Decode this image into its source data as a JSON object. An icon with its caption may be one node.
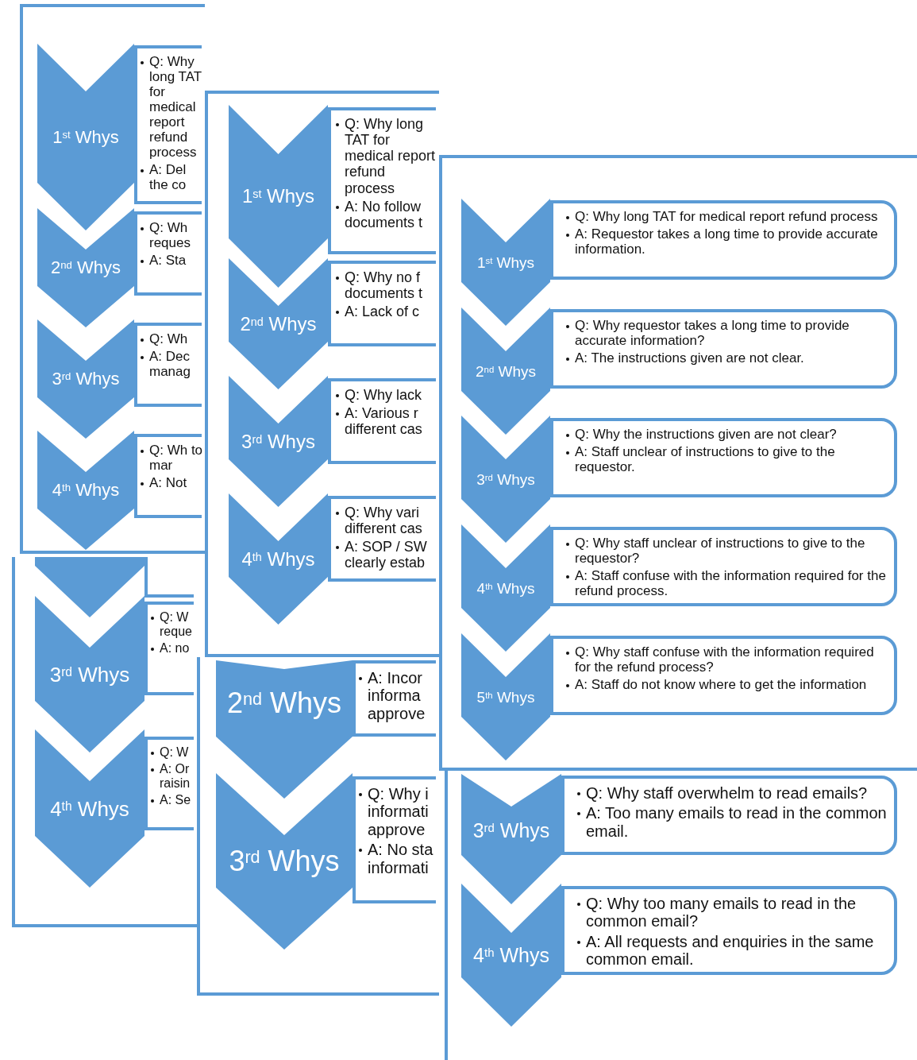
{
  "diagram": {
    "nodes": [
      {
        "text": [],
        "shape": "box"
      },
      {
        "text": [
          "1$^{st}$ Whys"
        ],
        "in": 0
      },
      {
        "text": [
          "Q: Why long TAT for medical report refund process",
          "A: Del the co"
        ],
        "in": 0
      },
      {
        "text": [
          "2$^{nd}$ Whys"
        ],
        "in": 0
      },
      {
        "text": [
          "Q: Wh reques",
          "A: Sta"
        ],
        "in": 0
      },
      {
        "text": [
          "3$^{rd}$ Whys"
        ],
        "in": 0
      },
      {
        "text": [
          "Q: Wh",
          "A: Dec manag"
        ],
        "in": 0
      },
      {
        "text": [
          "4$^{th}$ Whys"
        ],
        "in": 0
      },
      {
        "text": [
          "Q: Wh to mar",
          "A: Not"
        ],
        "in": 0
      },
      {
        "text": [],
        "shape": "box"
      },
      {
        "text": [
          "1$^{st}$ Whys"
        ],
        "in": 9
      },
      {
        "text": [
          "Q: Why long TAT for medical report refund process",
          "A: No follow documents t"
        ],
        "in": 9
      },
      {
        "text": [
          "2$^{nd}$ Whys"
        ],
        "in": 9
      },
      {
        "text": [
          "Q: Why no f documents t",
          "A: Lack of c"
        ],
        "in": 9
      },
      {
        "text": [
          "3$^{rd}$ Whys"
        ],
        "in": 9
      },
      {
        "text": [
          "Q: Why lack",
          "A: Various r different cas"
        ],
        "in": 9
      },
      {
        "text": [
          "4$^{th}$ Whys"
        ],
        "in": 9
      },
      {
        "text": [
          "Q: Why vari different cas",
          "A: SOP / SW clearly estab"
        ],
        "in": 9
      },
      {
        "text": [],
        "shape": "box"
      },
      {
        "text": [
          "1$^{st}$ Whys"
        ],
        "in": 18
      },
      {
        "text": [
          "Q: Why long TAT for medical report refund process",
          "A: Requestor takes a long time to provide accurate information."
        ],
        "in": 18
      },
      {
        "text": [
          "2$^{nd}$ Whys"
        ],
        "in": 18
      },
      {
        "text": [
          "Q: Why requestor takes a long time to provide accurate information?",
          "A: The instructions given are not clear."
        ],
        "in": 18
      },
      {
        "text": [
          "3$^{rd}$ Whys"
        ],
        "in": 18
      },
      {
        "text": [
          "Q: Why the instructions given are not clear?",
          "A: Staff unclear of instructions to give to the requestor."
        ],
        "in": 18
      },
      {
        "text": [
          "4$^{th}$ Whys"
        ],
        "in": 18
      },
      {
        "text": [
          "Q: Why staff unclear of instructions to give to the requestor?",
          "A: Staff confuse with the information required for the refund process."
        ],
        "in": 18
      },
      {
        "text": [
          "5$^{th}$ Whys"
        ],
        "in": 18
      },
      {
        "text": [
          "Q: Why staff confuse with the information required for the refund process?",
          "A: Staff do not know where to get the information"
        ],
        "in": 18
      },
      {
        "text": [],
        "shape": "box"
      },
      {
        "text": [],
        "shape": "chevron",
        "in": 29
      },
      {
        "text": [],
        "shape": "box",
        "in": 29
      },
      {
        "text": [
          "3$^{rd}$ Whys"
        ],
        "in": 29
      },
      {
        "text": [
          "Q: W reque",
          "A: no"
        ],
        "in": 29
      },
      {
        "text": [
          "4$^{th}$ Whys"
        ],
        "in": 29
      },
      {
        "text": [
          "Q: W",
          "A: Or raisin",
          "A: Se"
        ],
        "in": 29
      },
      {
        "text": [],
        "shape": "box"
      },
      {
        "text": [
          "2$^{nd}$ Whys"
        ],
        "in": 36
      },
      {
        "text": [
          "A: Incor informa approve"
        ],
        "in": 36
      },
      {
        "text": [
          "3$^{rd}$ Whys"
        ],
        "in": 36
      },
      {
        "text": [
          "Q: Why i informati approve",
          "A: No sta informati"
        ],
        "in": 36
      },
      {
        "text": [],
        "shape": "box"
      },
      {
        "text": [
          "3$^{rd}$ Whys"
        ],
        "in": 41
      },
      {
        "text": [
          "Q: Why staff overwhelm to read emails?",
          "A: Too many emails to read in the common email."
        ],
        "in": 41
      },
      {
        "text": [
          "4$^{th}$ Whys"
        ],
        "in": 41
      },
      {
        "text": [
          "Q: Why too many emails to read in the common email?",
          "A: All requests and enquiries in the same common email."
        ],
        "in": 41
      }
    ]
  }
}
